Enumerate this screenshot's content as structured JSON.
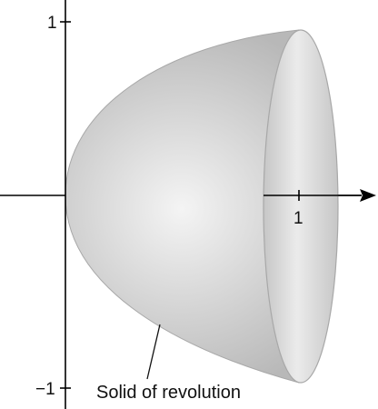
{
  "labels": {
    "y_tick_top": "1",
    "x_tick_right": "1",
    "y_tick_bottom": "−1",
    "caption": "Solid of revolution"
  },
  "colors": {
    "solid_light": "#f4f4f4",
    "solid_dark": "#b8b8b8",
    "face_light": "#ebebeb",
    "face_dark": "#c6c6c6",
    "edge": "#a8a8a8",
    "axes": "#000000"
  }
}
